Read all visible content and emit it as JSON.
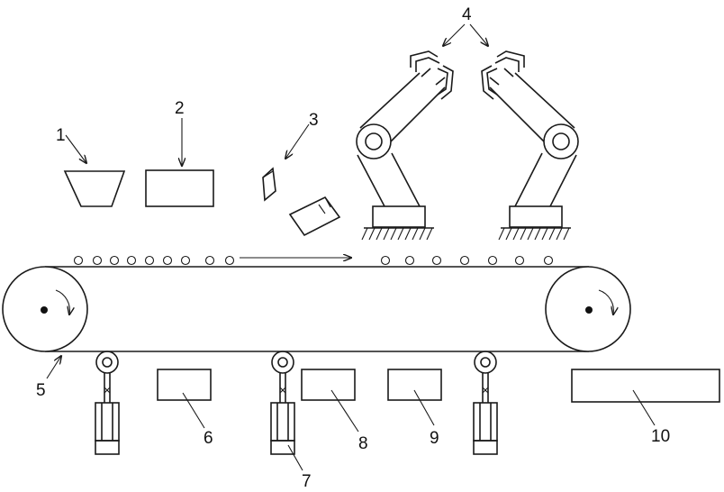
{
  "labels": {
    "l1": "1",
    "l2": "2",
    "l3": "3",
    "l4": "4",
    "l5": "5",
    "l6": "6",
    "l7": "7",
    "l8": "8",
    "l9": "9",
    "l10": "10"
  },
  "colors": {
    "line": "#1a1a1a",
    "background": "#ffffff"
  }
}
